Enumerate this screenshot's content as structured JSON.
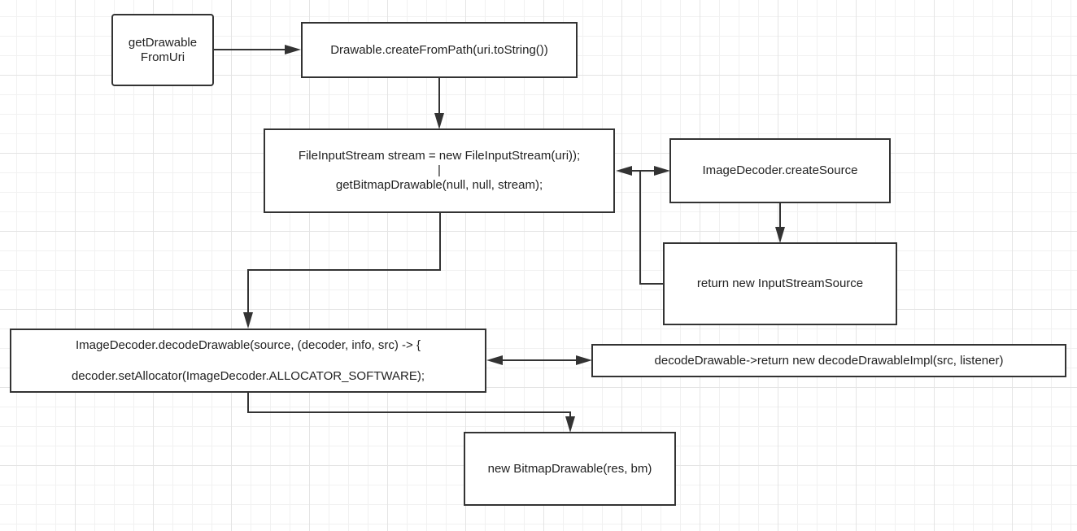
{
  "nodes": {
    "start": {
      "line1": "getDrawable",
      "line2": "FromUri"
    },
    "create_from_path": {
      "text": "Drawable.createFromPath(uri.toString())"
    },
    "file_input_stream": {
      "line1": "FileInputStream stream = new FileInputStream(uri));",
      "line2": "|",
      "line3": "getBitmapDrawable(null, null, stream);"
    },
    "create_source": {
      "text": "ImageDecoder.createSource"
    },
    "input_stream_source": {
      "text": "return new InputStreamSource"
    },
    "decode_drawable": {
      "line1": "ImageDecoder.decodeDrawable(source, (decoder, info, src) -> {",
      "line2": "decoder.setAllocator(ImageDecoder.ALLOCATOR_SOFTWARE);"
    },
    "decode_drawable_impl": {
      "text": "decodeDrawable->return new decodeDrawableImpl(src, listener)"
    },
    "bitmap_drawable": {
      "text": "new BitmapDrawable(res, bm)"
    }
  },
  "edges": [
    {
      "from": "getDrawable FromUri",
      "to": "Drawable.createFromPath(uri.toString())"
    },
    {
      "from": "Drawable.createFromPath(uri.toString())",
      "to": "FileInputStream stream = new FileInputStream(uri));"
    },
    {
      "from": "FileInputStream stream = new FileInputStream(uri));",
      "to": "ImageDecoder.createSource",
      "bidirectional": true
    },
    {
      "from": "ImageDecoder.createSource",
      "to": "return new InputStreamSource"
    },
    {
      "from": "return new InputStreamSource",
      "to": "FileInputStream stream = new FileInputStream(uri));"
    },
    {
      "from": "FileInputStream stream = new FileInputStream(uri));",
      "to": "ImageDecoder.decodeDrawable(source, (decoder, info, src) -> {"
    },
    {
      "from": "ImageDecoder.decodeDrawable(source, (decoder, info, src) -> {",
      "to": "decodeDrawable->return new decodeDrawableImpl(src, listener)",
      "bidirectional": true
    },
    {
      "from": "ImageDecoder.decodeDrawable(source, (decoder, info, src) -> {",
      "to": "new BitmapDrawable(res, bm)"
    }
  ],
  "colors": {
    "stroke": "#333333",
    "grid": "#e4e4e4",
    "text": "#222222"
  }
}
